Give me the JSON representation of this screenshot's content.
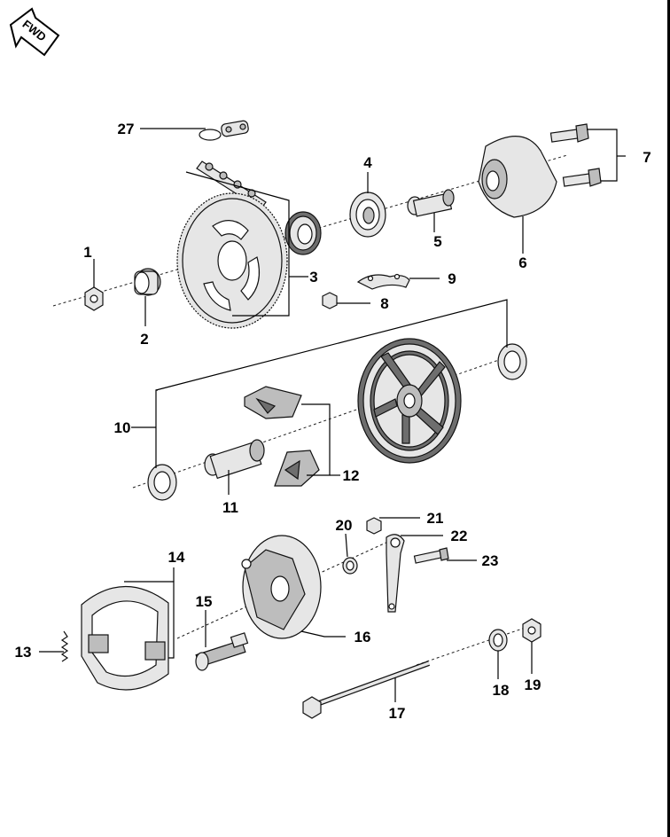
{
  "orientation_badge": {
    "text": "FWD",
    "icon": "forward-arrow-icon"
  },
  "callouts": [
    {
      "id": "c1",
      "label": "1"
    },
    {
      "id": "c2",
      "label": "2"
    },
    {
      "id": "c3",
      "label": "3"
    },
    {
      "id": "c4",
      "label": "4"
    },
    {
      "id": "c5",
      "label": "5"
    },
    {
      "id": "c6",
      "label": "6"
    },
    {
      "id": "c7",
      "label": "7"
    },
    {
      "id": "c8",
      "label": "8"
    },
    {
      "id": "c9",
      "label": "9"
    },
    {
      "id": "c10",
      "label": "10"
    },
    {
      "id": "c11",
      "label": "11"
    },
    {
      "id": "c12",
      "label": "12"
    },
    {
      "id": "c13",
      "label": "13"
    },
    {
      "id": "c14",
      "label": "14"
    },
    {
      "id": "c15",
      "label": "15"
    },
    {
      "id": "c16",
      "label": "16"
    },
    {
      "id": "c17",
      "label": "17"
    },
    {
      "id": "c18",
      "label": "18"
    },
    {
      "id": "c19",
      "label": "19"
    },
    {
      "id": "c20",
      "label": "20"
    },
    {
      "id": "c21",
      "label": "21"
    },
    {
      "id": "c22",
      "label": "22"
    },
    {
      "id": "c23",
      "label": "23"
    },
    {
      "id": "c27",
      "label": "27"
    }
  ]
}
